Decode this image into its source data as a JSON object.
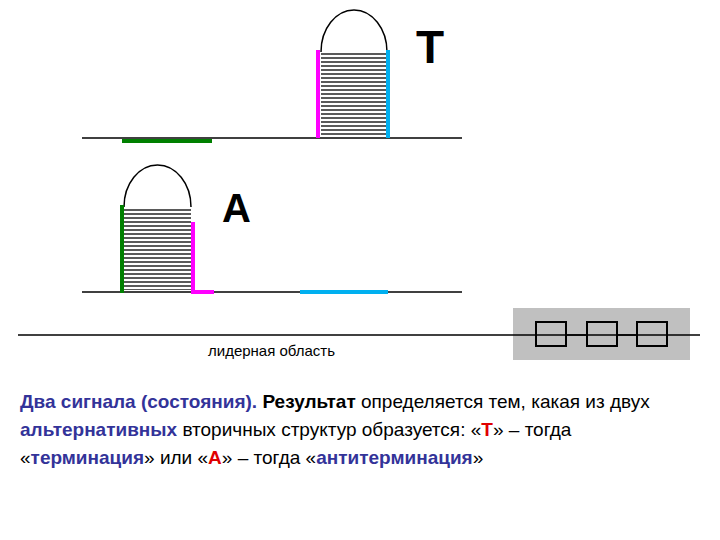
{
  "diagram": {
    "caption": "Два сигнала (состояния). Результат определяется тем, какая из двух альтернативных вторичных структур образуется: «Т» – тогда «терминация» или «А» – тогда «антитерминация»",
    "labels": [
      "Т",
      "А",
      "лидерная область"
    ]
  }
}
